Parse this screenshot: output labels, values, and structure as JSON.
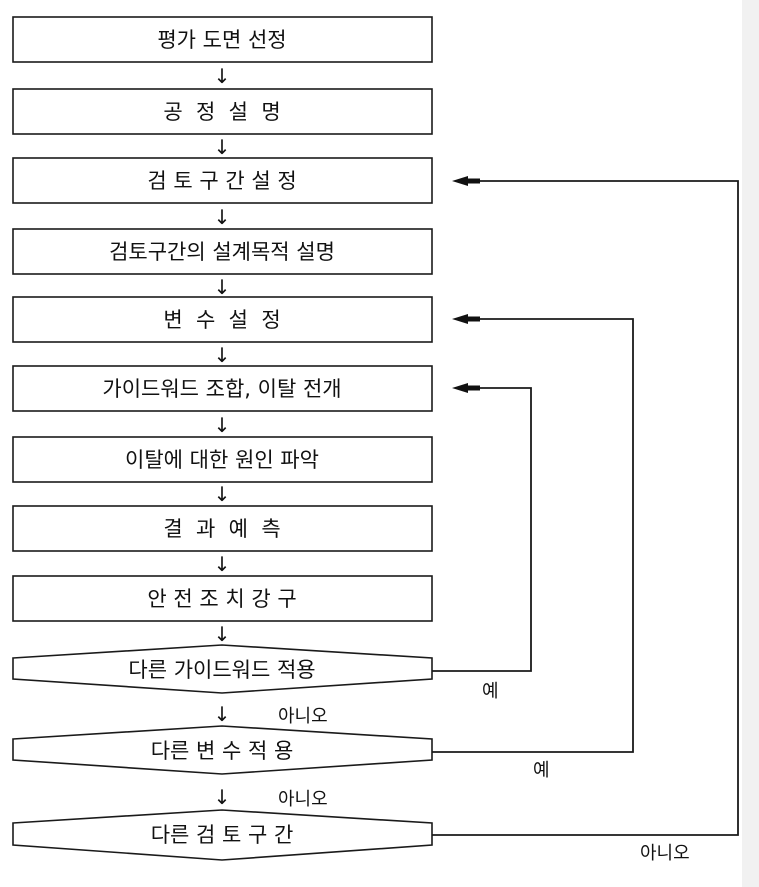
{
  "steps": [
    "평가 도면 선정",
    "공  정  설  명",
    "검 토 구 간 설 정",
    "검토구간의 설계목적 설명",
    "변  수  설  정",
    "가이드워드 조합, 이탈 전개",
    "이탈에 대한 원인 파악",
    "결  과  예  측",
    "안 전 조 치 강 구"
  ],
  "decisions": [
    "다른 가이드워드 적용",
    "다른 변 수 적 용",
    "다른 검 토 구 간"
  ],
  "branch_labels": {
    "decision1_yes": "예",
    "decision1_no": "아니오",
    "decision2_yes": "예",
    "decision2_no": "아니오",
    "decision3_no": "아니오"
  }
}
